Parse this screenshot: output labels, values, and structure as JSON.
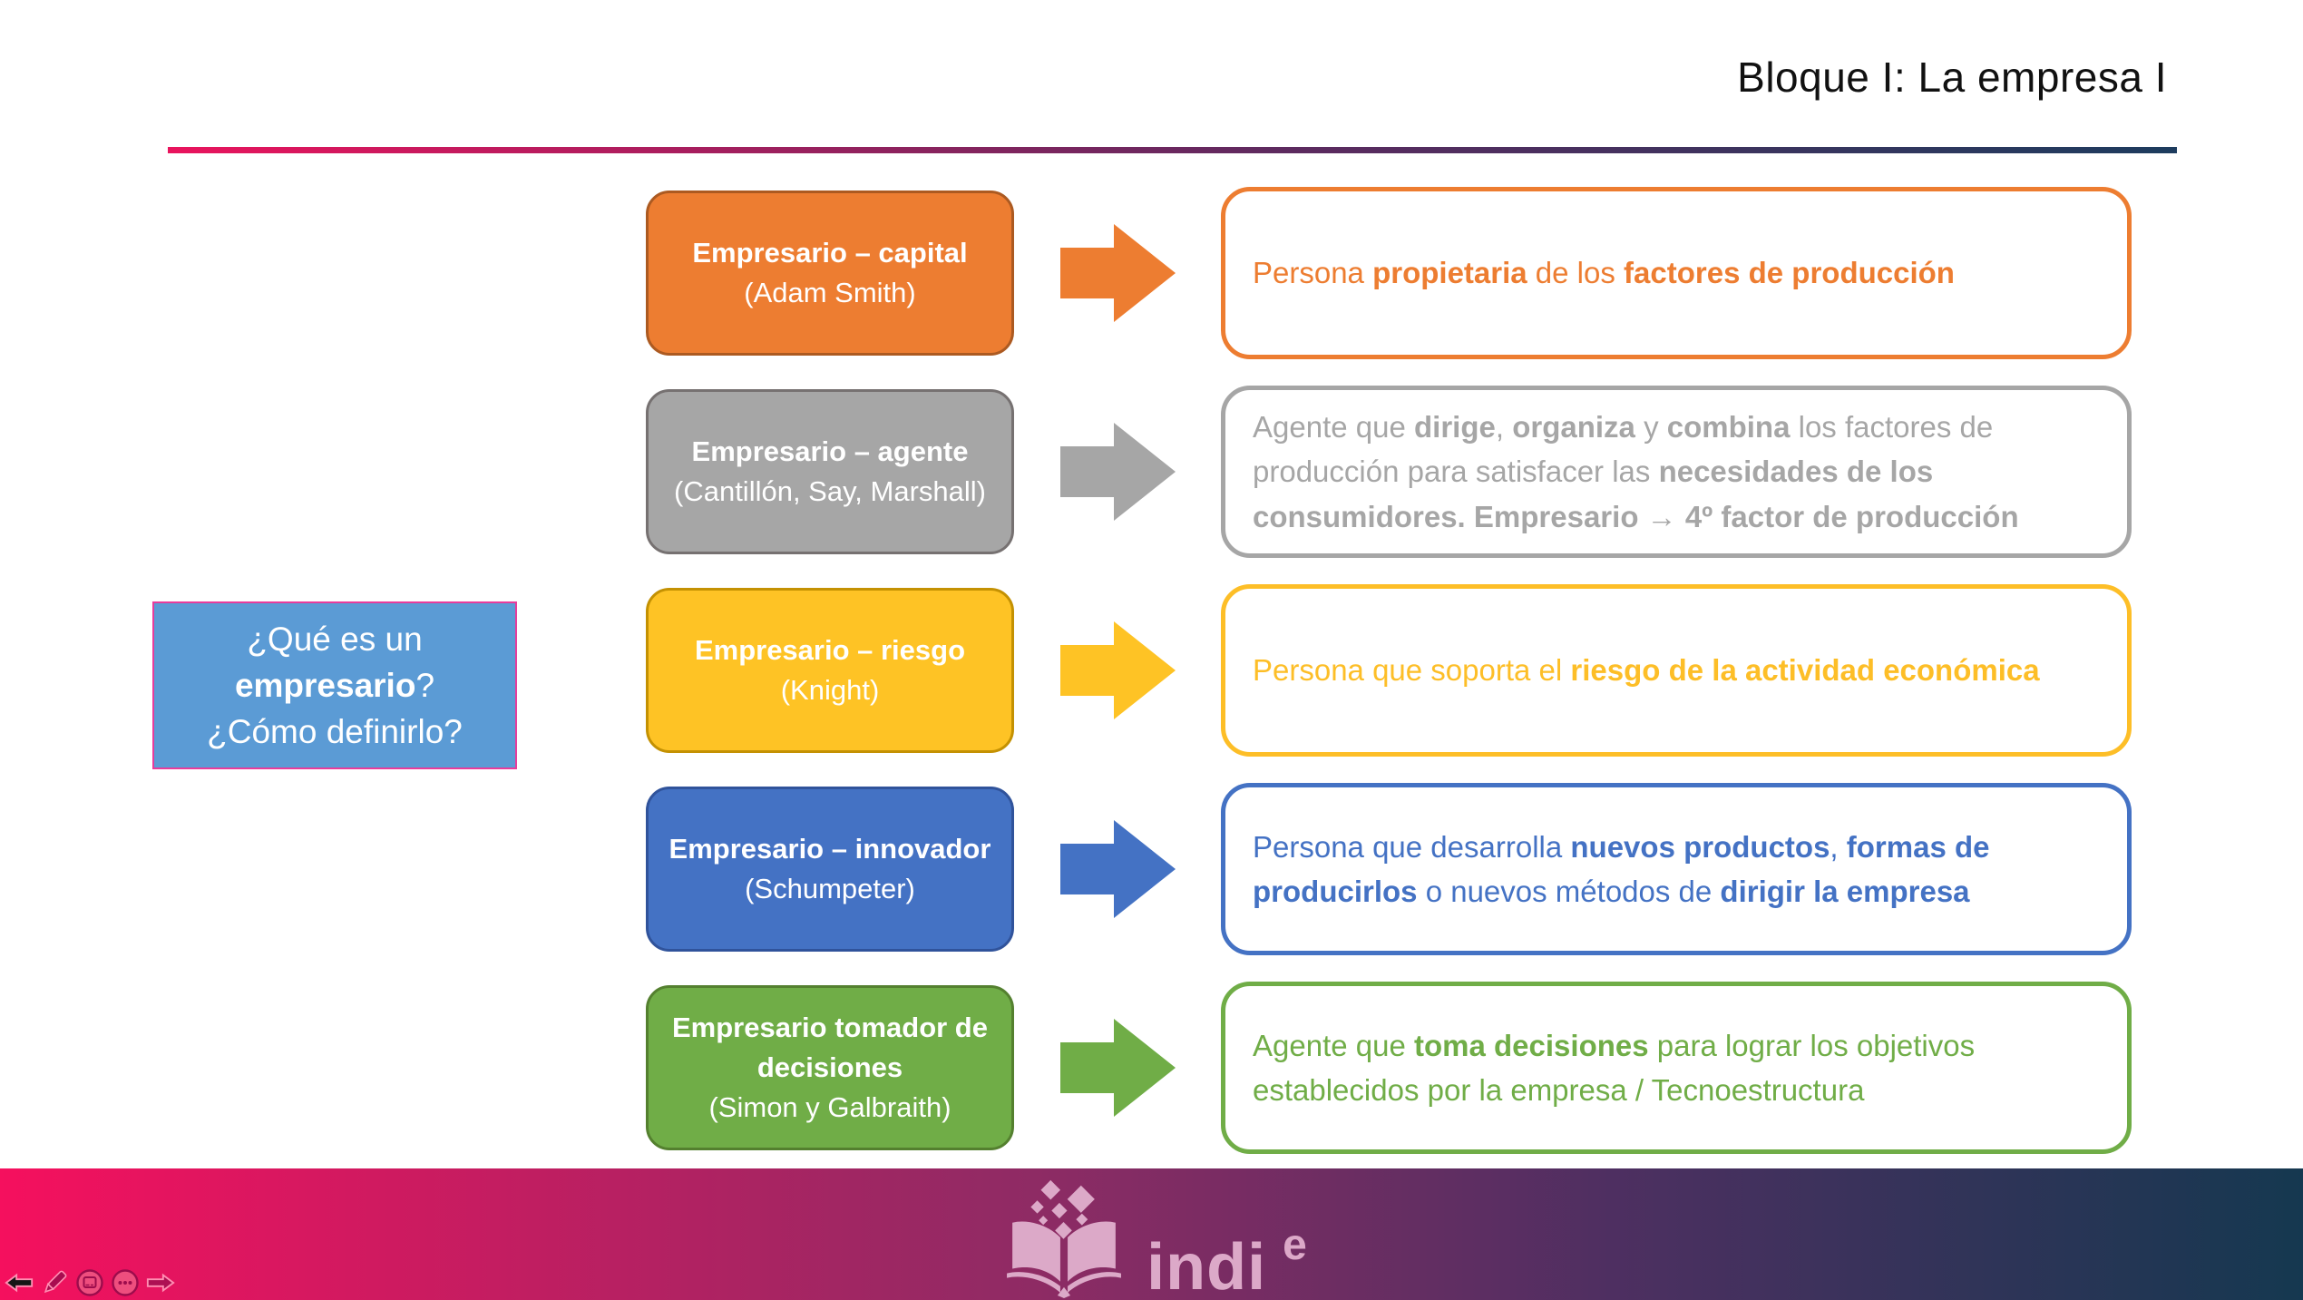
{
  "header": {
    "title": "Bloque I: La empresa I"
  },
  "question_box": {
    "segments": [
      {
        "text": "¿Qué es un",
        "break": true
      },
      {
        "text": "empresario",
        "bold": true
      },
      {
        "text": "?",
        "break": true
      },
      {
        "text": "¿Cómo definirlo?"
      }
    ]
  },
  "rows": [
    {
      "name": "Empresario – capital",
      "author": "(Adam Smith)",
      "desc": [
        {
          "text": "Persona "
        },
        {
          "text": "propietaria",
          "bold": true
        },
        {
          "text": " de los "
        },
        {
          "text": "factores de producción",
          "bold": true
        }
      ],
      "colors": {
        "fill": "#ED7D31",
        "border": "#AC5A21",
        "accent": "#ED7D31"
      }
    },
    {
      "name": "Empresario – agente",
      "author": "(Cantillón, Say, Marshall)",
      "desc": [
        {
          "text": "Agente que "
        },
        {
          "text": "dirige",
          "bold": true
        },
        {
          "text": ", "
        },
        {
          "text": "organiza",
          "bold": true
        },
        {
          "text": " y "
        },
        {
          "text": "combina",
          "bold": true
        },
        {
          "text": " los factores de producción para satisfacer las "
        },
        {
          "text": "necesidades de los consumidores. Empresario",
          "bold": true
        },
        {
          "text": " → "
        },
        {
          "text": "4º factor de producción",
          "bold": true
        }
      ],
      "colors": {
        "fill": "#A6A6A6",
        "border": "#767171",
        "accent": "#A6A6A6"
      }
    },
    {
      "name": "Empresario – riesgo",
      "author": "(Knight)",
      "desc": [
        {
          "text": "Persona que soporta el "
        },
        {
          "text": "riesgo de la actividad económica",
          "bold": true
        }
      ],
      "colors": {
        "fill": "#FEC325",
        "border": "#C49102",
        "accent": "#FDBE27"
      }
    },
    {
      "name": "Empresario – innovador",
      "author": "(Schumpeter)",
      "desc": [
        {
          "text": "Persona que desarrolla "
        },
        {
          "text": "nuevos productos",
          "bold": true
        },
        {
          "text": ", "
        },
        {
          "text": "formas de producirlos",
          "bold": true
        },
        {
          "text": " o nuevos métodos de "
        },
        {
          "text": "dirigir la empresa",
          "bold": true
        }
      ],
      "colors": {
        "fill": "#4472C4",
        "border": "#30539B",
        "accent": "#4472C4"
      }
    },
    {
      "name": "Empresario tomador de decisiones",
      "author": "(Simon y Galbraith)",
      "desc": [
        {
          "text": "Agente que "
        },
        {
          "text": "toma decisiones",
          "bold": true
        },
        {
          "text": " para lograr los objetivos establecidos por la empresa / Tecnoestructura"
        }
      ],
      "colors": {
        "fill": "#70AD47",
        "border": "#54802F",
        "accent": "#70AD47"
      }
    }
  ],
  "footer": {
    "logo_text": "indi",
    "logo_sup": "e"
  },
  "controls": {
    "icons": [
      "prev-arrow-icon",
      "pen-icon",
      "show-slides-icon",
      "ellipsis-icon",
      "next-arrow-icon"
    ]
  },
  "theme": {
    "title_color": "#111111",
    "divider_gradient_left": "#E9145D",
    "divider_gradient_right": "#1D3C5E",
    "footer_gradient_left": "#F5105E",
    "footer_gradient_mid": "#8E2B64",
    "footer_gradient_right": "#153850",
    "question_fill": "#5B9BD5",
    "question_border": "#E83C9C",
    "logo_color": "#DCA9C8"
  }
}
